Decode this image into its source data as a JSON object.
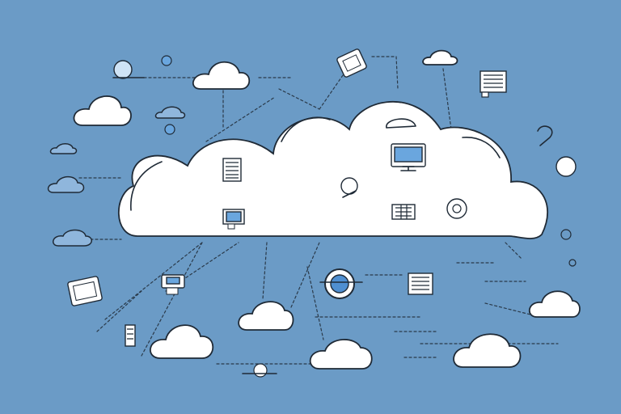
{
  "scene": {
    "background_color": "#6b9bc6",
    "cloud_fill": "#ffffff",
    "accent_blue": "#6aa6de",
    "outline_color": "#1f2a36"
  },
  "icons": [
    "central-cloud",
    "small-cloud",
    "monitor-icon",
    "server-icon",
    "tablet-icon",
    "disc-icon",
    "document-icon",
    "network-connector-lines"
  ]
}
